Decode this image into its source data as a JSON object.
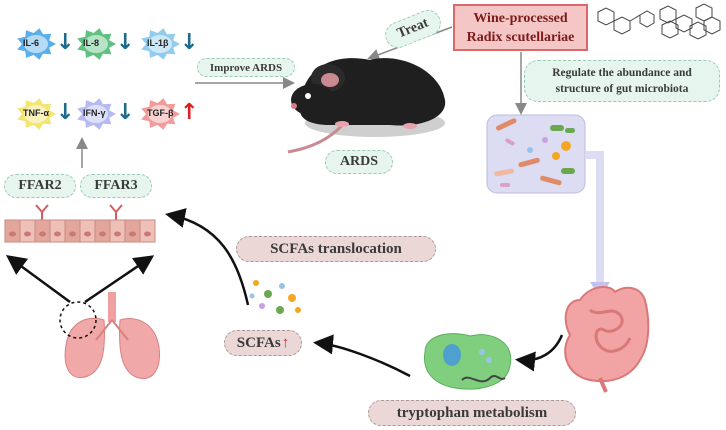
{
  "cytokines": [
    {
      "label": "IL-6",
      "color": "#3fa0e6",
      "trend": "down"
    },
    {
      "label": "IL-8",
      "color": "#43b56a",
      "trend": "down"
    },
    {
      "label": "IL-1β",
      "color": "#7fc3ea",
      "trend": "down"
    },
    {
      "label": "TNF-α",
      "color": "#f2df57",
      "trend": "down"
    },
    {
      "label": "IFN-γ",
      "color": "#a8aef0",
      "trend": "down"
    },
    {
      "label": "TGF-β",
      "color": "#f08a8a",
      "trend": "up"
    }
  ],
  "labels": {
    "improve_ards": "Improve ARDS",
    "treat": "Treat",
    "wine_line1": "Wine-processed",
    "wine_line2": "Radix scutellariae",
    "regulate_line1": "Regulate the abundance and",
    "regulate_line2": "structure of gut microbiota",
    "ards": "ARDS",
    "ffar2": "FFAR2",
    "ffar3": "FFAR3",
    "scfas_translocation": "SCFAs translocation",
    "scfas": "SCFAs",
    "tryptophan": "tryptophan metabolism"
  },
  "colors": {
    "down_arrow": "#1d6a8c",
    "up_arrow": "#e02020",
    "box_border": "#d86a6a",
    "pill_green": "#e6f6ef",
    "pill_pink": "#ecd7d7"
  }
}
